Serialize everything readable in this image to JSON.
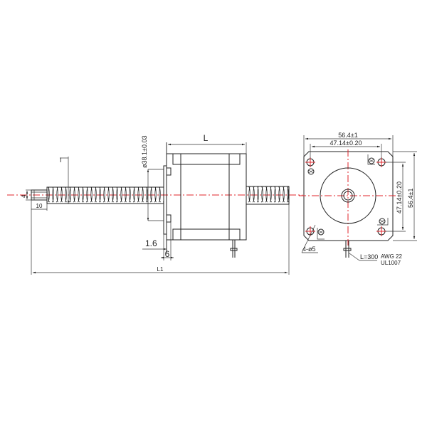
{
  "drawing": {
    "title": "Stepper motor with lead screw — technical drawing",
    "colors": {
      "line": "#222222",
      "centerline": "#e0242b",
      "background": "#ffffff"
    }
  },
  "side_view": {
    "dim_body_length": "L",
    "dim_boss_diameter": "ø38.1±0.03",
    "dim_flange_thickness": "1.6",
    "dim_boss_height": "6",
    "dim_total_length": "L1",
    "dim_screw_length": "I",
    "dim_end_diameter": "4",
    "dim_end_length": "10"
  },
  "front_view": {
    "dim_width_outer": "56.4±1",
    "dim_width_holes": "47.14±0.20",
    "dim_height_holes": "47.14±0.20",
    "dim_height_outer": "56.4±1",
    "dim_mount_holes": "4-ø5",
    "lead_length": "L=300",
    "wire_gauge": "AWG 22",
    "wire_spec": "UL1007"
  }
}
